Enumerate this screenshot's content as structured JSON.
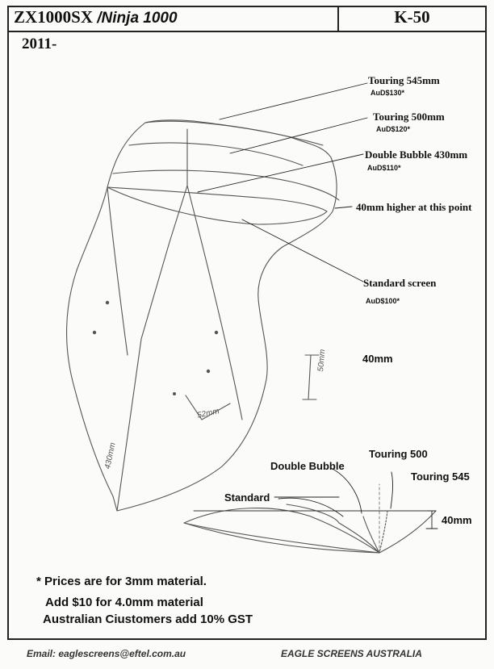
{
  "header": {
    "model": "ZX1000SX",
    "model_name": "/Ninja 1000",
    "code": "K-50",
    "year": "2011-"
  },
  "options": [
    {
      "label": "Touring 545mm",
      "price": "AuD$130*"
    },
    {
      "label": "Touring 500mm",
      "price": "AuD$120*"
    },
    {
      "label": "Double Bubble 430mm",
      "price": "AuD$110*"
    },
    {
      "label": "40mm higher at this point",
      "price": ""
    },
    {
      "label": "Standard screen",
      "price": "AuD$100*"
    }
  ],
  "dimensions": {
    "side_label": "40mm",
    "profile_label": "40mm",
    "handwritten_height": "430mm",
    "handwritten_hole_spacing": "52mm",
    "handwritten_side": "50mm"
  },
  "profile": {
    "standard": "Standard",
    "double_bubble": "Double Bubble",
    "touring_500": "Touring 500",
    "touring_545": "Touring 545"
  },
  "notes": [
    "* Prices are for 3mm material.",
    "Add $10 for 4.0mm material",
    "Australian Ciustomers add 10% GST"
  ],
  "footer": {
    "email": "Email: eaglescreens@eftel.com.au",
    "company": "EAGLE SCREENS AUSTRALIA"
  },
  "colors": {
    "ink": "#222222",
    "pencil": "#555555",
    "paper": "#fbfbfa"
  }
}
